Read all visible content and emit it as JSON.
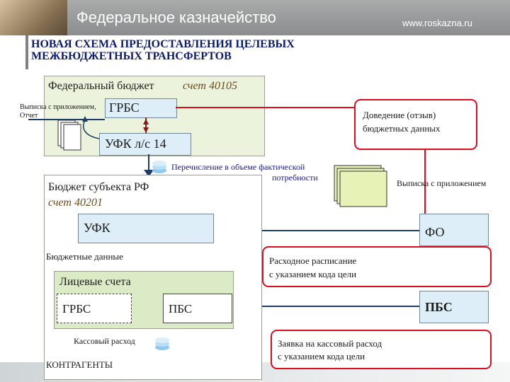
{
  "header": {
    "org": "Федеральное казначейство",
    "url": "www.roskazna.ru"
  },
  "slide_title": "НОВАЯ СХЕМА ПРЕДОСТАВЛЕНИЯ ЦЕЛЕВЫХ\nМЕЖБЮДЖЕТНЫХ ТРАНСФЕРТОВ",
  "federal": {
    "label": "Федеральный бюджет",
    "account": "счет  40105",
    "grbs": "ГРБС",
    "ufk": "УФК л/с 14"
  },
  "docs_note": {
    "line1": "Выписка с приложением,",
    "line2": "Отчет"
  },
  "callout_communication": {
    "line1": "Доведение (отзыв)",
    "line2": "бюджетных данных"
  },
  "transfer_note": {
    "line1": "Перечисление в объеме фактической",
    "line2": "потребности"
  },
  "statement_note": "Выписка с приложением",
  "regional": {
    "label": "Бюджет субъекта РФ",
    "account": "счет  40201",
    "ufk": "УФК",
    "budget_data": "Бюджетные данные",
    "accounts_label": "Лицевые счета",
    "grbs": "ГРБС",
    "pbs": "ПБС",
    "cash": "Кассовый расход",
    "counterparties": "КОНТРАГЕНТЫ"
  },
  "right_boxes": {
    "fo": "ФО",
    "pbs": "ПБС"
  },
  "callout_schedule": {
    "line1": "Расходное расписание",
    "line2": "с указанием кода цели"
  },
  "callout_request": {
    "line1": "Заявка на кассовый расход",
    "line2": "с указанием кода цели"
  },
  "colors": {
    "arrow": "#1e3c66",
    "callout_border": "#e00d1f",
    "panel": "#ebf3dd",
    "box": "#ddeef8",
    "title": "#0b1b6e"
  }
}
